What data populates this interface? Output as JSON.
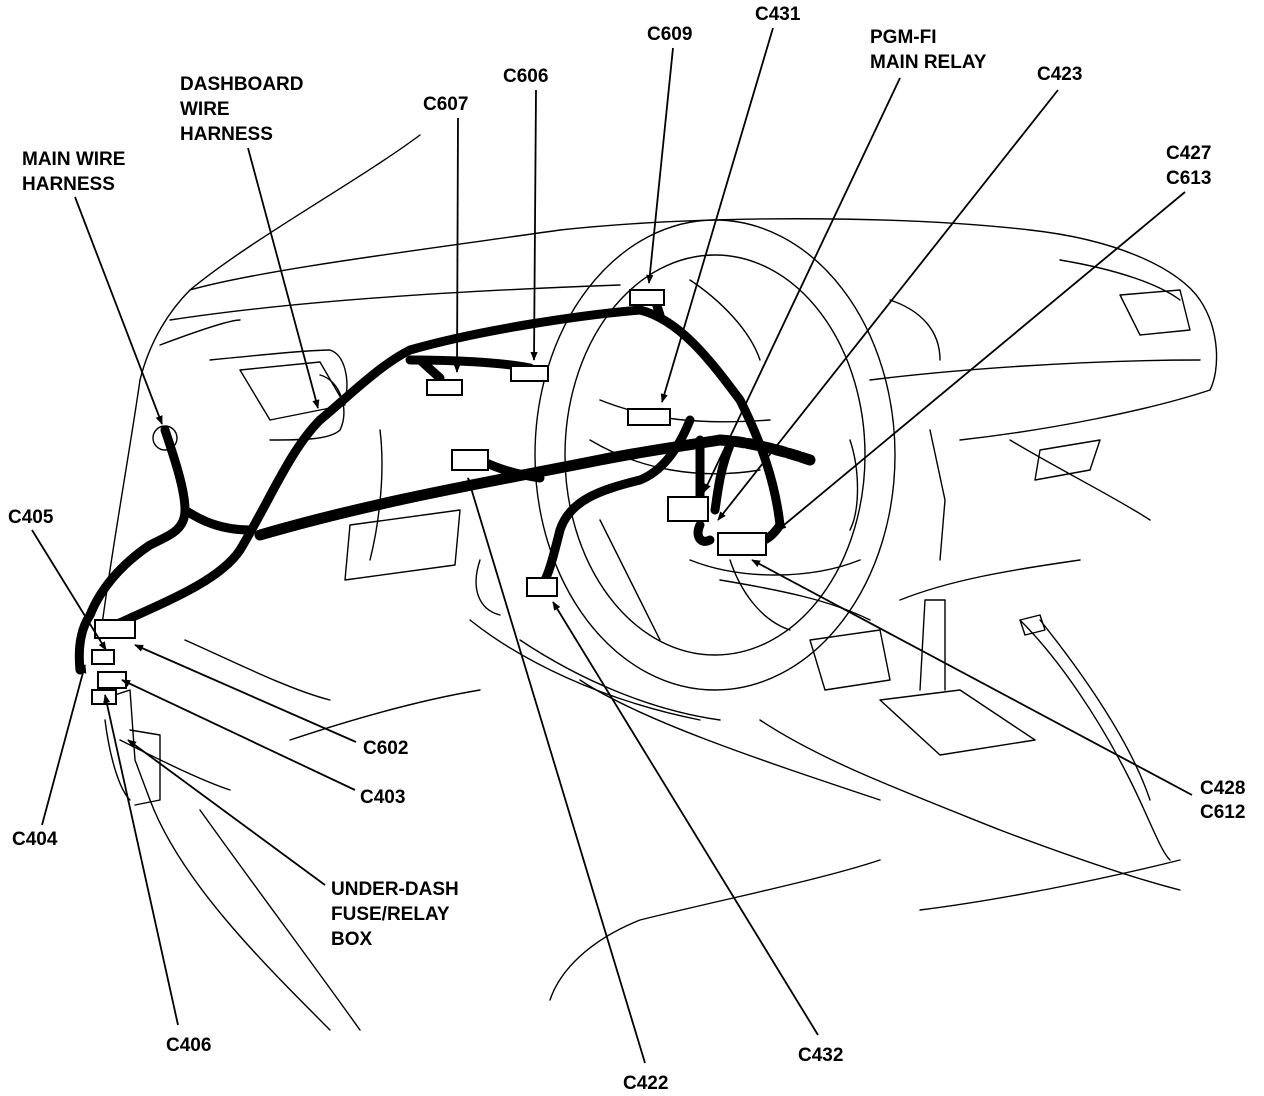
{
  "labels": {
    "main_wire_harness": [
      "MAIN WIRE",
      "HARNESS"
    ],
    "dashboard_wire_harness": [
      "DASHBOARD",
      "WIRE",
      "HARNESS"
    ],
    "c607": "C607",
    "c606": "C606",
    "c609": "C609",
    "c431": "C431",
    "pgm_fi_main_relay": [
      "PGM-FI",
      "MAIN RELAY"
    ],
    "c423": "C423",
    "c427_c613": [
      "C427",
      "C613"
    ],
    "c405": "C405",
    "c602": "C602",
    "c403": "C403",
    "c404": "C404",
    "under_dash_fuse_relay_box": [
      "UNDER-DASH",
      "FUSE/RELAY",
      "BOX"
    ],
    "c406": "C406",
    "c422": "C422",
    "c432": "C432",
    "c428_c612": [
      "C428",
      "C612"
    ]
  }
}
